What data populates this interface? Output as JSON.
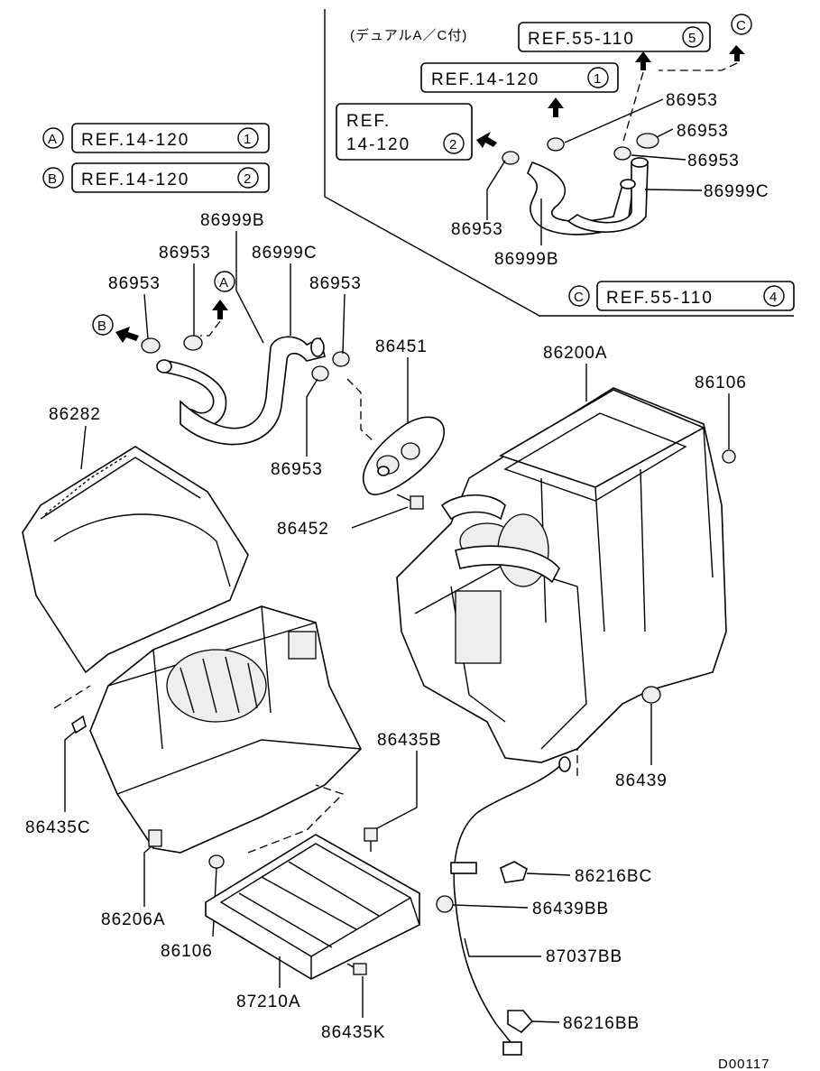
{
  "diagram_id": "D00117",
  "inset": {
    "note": "(デュアルA／C付)",
    "refs": {
      "ref_55_110_5": {
        "text": "REF.55-110",
        "circle": "5"
      },
      "ref_14_120_1": {
        "text": "REF.14-120",
        "circle": "1"
      },
      "ref_14_120_2_line1": "REF.",
      "ref_14_120_2_line2": "14-120",
      "ref_14_120_2_circle": "2"
    },
    "callout_c": "C",
    "labels": {
      "clamp_1": "86953",
      "clamp_2": "86953",
      "clamp_3": "86953",
      "clamp_4": "86953",
      "hose_c": "86999C",
      "hose_b": "86999B"
    }
  },
  "legend": {
    "a": {
      "letter": "A",
      "text": "REF.14-120",
      "circle": "1"
    },
    "b": {
      "letter": "B",
      "text": "REF.14-120",
      "circle": "2"
    },
    "c": {
      "letter": "C",
      "text": "REF.55-110",
      "circle": "4"
    }
  },
  "callouts": {
    "a": "A",
    "b": "B"
  },
  "parts": {
    "p86999B": "86999B",
    "p86953_a": "86953",
    "p86999C": "86999C",
    "p86953_b": "86953",
    "p86953_c": "86953",
    "p86953_d": "86953",
    "p86451": "86451",
    "p86200A": "86200A",
    "p86106_a": "86106",
    "p86282": "86282",
    "p86452": "86452",
    "p86435B": "86435B",
    "p86439": "86439",
    "p86435C": "86435C",
    "p86206A": "86206A",
    "p86106_b": "86106",
    "p87210A": "87210A",
    "p86435K": "86435K",
    "p86216BC": "86216BC",
    "p86439BB": "86439BB",
    "p87037BB": "87037BB",
    "p86216BB": "86216BB"
  }
}
